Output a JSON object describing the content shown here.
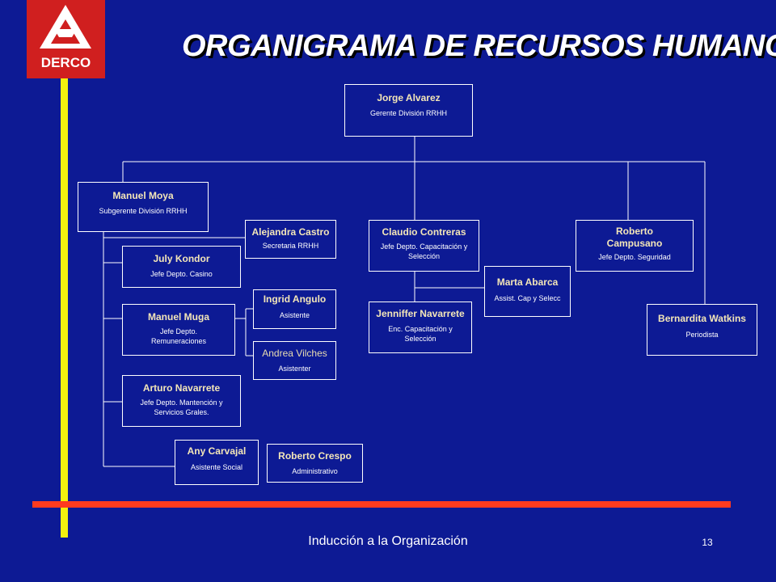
{
  "logo": {
    "text": "DERCO"
  },
  "title": "ORGANIGRAMA DE RECURSOS HUMANOS",
  "footer": {
    "text": "Inducción a la Organización",
    "page": "13"
  },
  "colors": {
    "background": "#0d1a94",
    "name_text": "#f3e6b8",
    "role_text": "#ffffff",
    "vertical_bar": "#f4f00e",
    "horizontal_bar": "#ff3b1f",
    "logo": "#d01f1f"
  },
  "nodes": {
    "jorge": {
      "name": "Jorge Alvarez",
      "role": "Gerente División RRHH"
    },
    "moya": {
      "name": "Manuel Moya",
      "role": "Subgerente División RRHH"
    },
    "castro": {
      "name": "Alejandra Castro",
      "role": "Secretaria RRHH"
    },
    "contreras": {
      "name": "Claudio Contreras",
      "role": "Jefe Depto. Capacitación y Selección"
    },
    "campusano": {
      "name": "Roberto Campusano",
      "role": "Jefe Depto.  Seguridad"
    },
    "kondor": {
      "name": "July Kondor",
      "role": "Jefe Depto. Casino"
    },
    "abarca": {
      "name": "Marta Abarca",
      "role": "Assist. Cap y Selecc"
    },
    "angulo": {
      "name": "Ingrid Angulo",
      "role": "Asistente"
    },
    "muga": {
      "name": "Manuel Muga",
      "role": "Jefe Depto. Remuneraciones"
    },
    "navarrete_j": {
      "name": "Jenniffer Navarrete",
      "role": "Enc. Capacitación y Selección"
    },
    "watkins": {
      "name": "Bernardita Watkins",
      "role": "Periodista"
    },
    "vilches": {
      "name": "Andrea Vilches",
      "role": "Asistenter"
    },
    "navarrete_a": {
      "name": "Arturo Navarrete",
      "role": "Jefe Depto.  Mantención y Servicios Grales."
    },
    "carvajal": {
      "name": "Any Carvajal",
      "role": "Asistente Social"
    },
    "crespo": {
      "name": "Roberto Crespo",
      "role": "Administrativo"
    }
  }
}
